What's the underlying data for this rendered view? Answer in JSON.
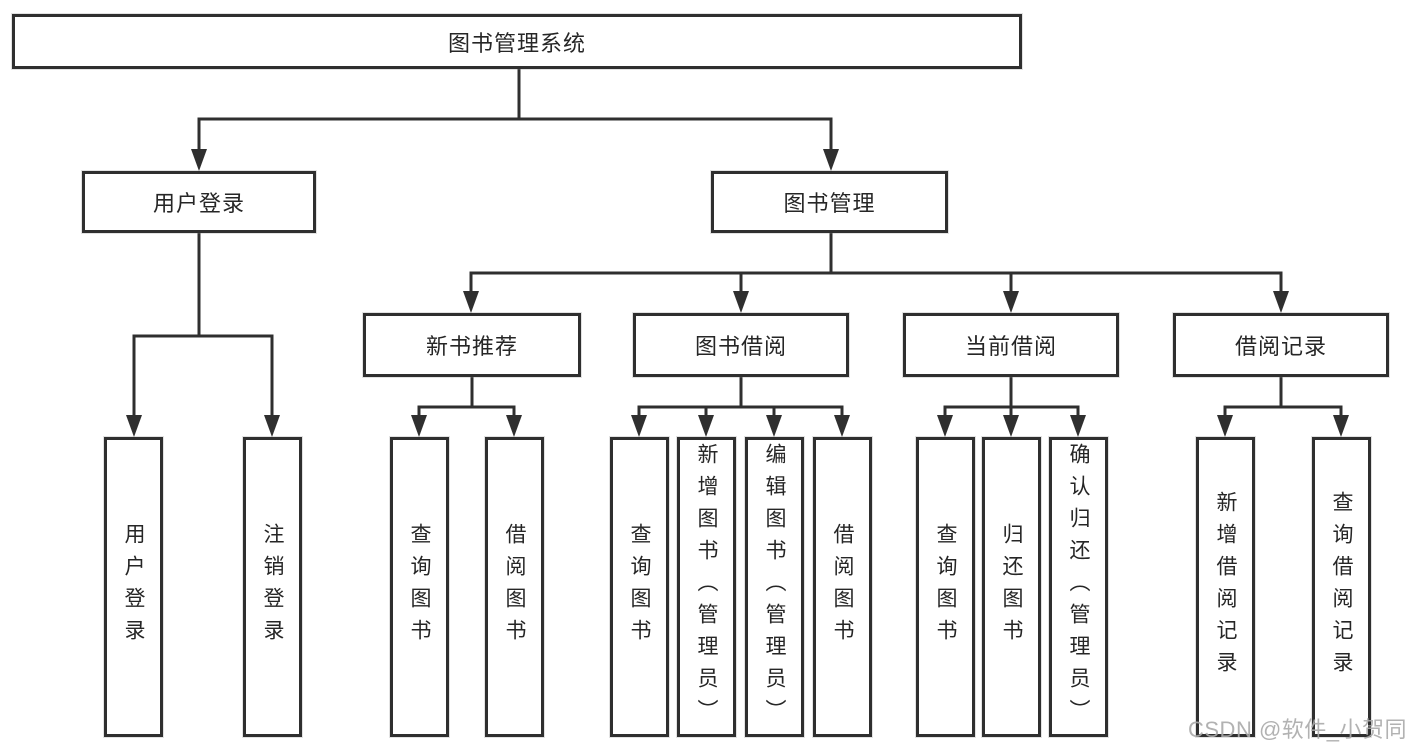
{
  "diagram": {
    "root": {
      "label": "图书管理系统"
    },
    "level2": [
      {
        "label": "用户登录"
      },
      {
        "label": "图书管理"
      }
    ],
    "level3": [
      {
        "label": "新书推荐"
      },
      {
        "label": "图书借阅"
      },
      {
        "label": "当前借阅"
      },
      {
        "label": "借阅记录"
      }
    ],
    "leaves": [
      {
        "label": "用户登录",
        "parent": "用户登录"
      },
      {
        "label": "注销登录",
        "parent": "用户登录"
      },
      {
        "label": "查询图书",
        "parent": "新书推荐"
      },
      {
        "label": "借阅图书",
        "parent": "新书推荐"
      },
      {
        "label": "查询图书",
        "parent": "图书借阅"
      },
      {
        "label": "新增图书（管理员）",
        "parent": "图书借阅"
      },
      {
        "label": "编辑图书（管理员）",
        "parent": "图书借阅"
      },
      {
        "label": "借阅图书",
        "parent": "图书借阅"
      },
      {
        "label": "查询图书",
        "parent": "当前借阅"
      },
      {
        "label": "归还图书",
        "parent": "当前借阅"
      },
      {
        "label": "确认归还（管理员）",
        "parent": "当前借阅"
      },
      {
        "label": "新增借阅记录",
        "parent": "借阅记录"
      },
      {
        "label": "查询借阅记录",
        "parent": "借阅记录"
      }
    ]
  },
  "watermark": {
    "text": "CSDN @软件_小贺同学"
  },
  "colors": {
    "line": "#2f2f2f",
    "text": "#262626",
    "background": "#ffffff",
    "watermark": "#aaaaaa"
  }
}
